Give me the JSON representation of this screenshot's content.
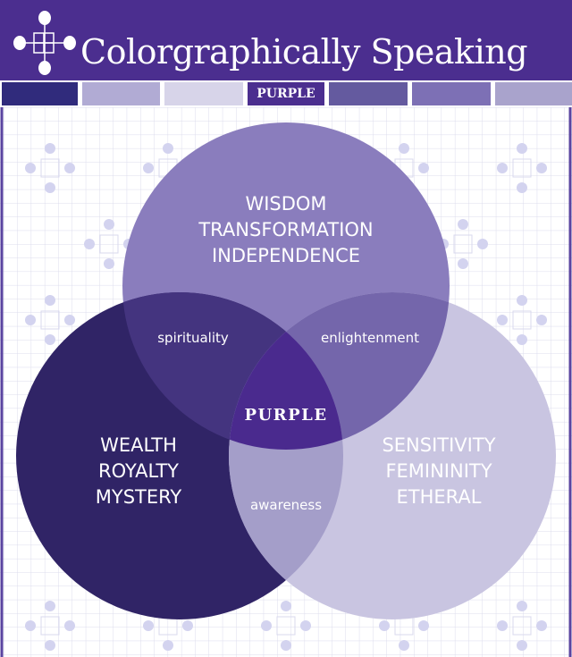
{
  "header": {
    "title": "Colorgraphically Speaking",
    "logo_icon": "grid-flower-icon"
  },
  "swatches": [
    {
      "color": "#302b7c",
      "label": ""
    },
    {
      "color": "#b1abd4",
      "label": ""
    },
    {
      "color": "#d7d4e9",
      "label": ""
    },
    {
      "color": "#4b2e8f",
      "label": "PURPLE"
    },
    {
      "color": "#645a9f",
      "label": ""
    },
    {
      "color": "#7d70b5",
      "label": ""
    },
    {
      "color": "#a9a3cc",
      "label": ""
    }
  ],
  "venn": {
    "top": {
      "lines": [
        "WISDOM",
        "TRANSFORMATION",
        "INDEPENDENCE"
      ],
      "color": "#8a7dbd"
    },
    "left": {
      "lines": [
        "WEALTH",
        "ROYALTY",
        "MYSTERY"
      ],
      "color": "#302466"
    },
    "right": {
      "lines": [
        "SENSITIVITY",
        "FEMININITY",
        "ETHERAL"
      ],
      "color": "#c9c5e1"
    },
    "top_left": {
      "label": "spirituality",
      "color": "#44347f"
    },
    "top_right": {
      "label": "enlightenment",
      "color": "#7466ab"
    },
    "left_right": {
      "label": "awareness",
      "color": "#a49ec9"
    },
    "center": {
      "label": "PURPLE",
      "color": "#4a2a8e"
    }
  },
  "colors": {
    "header": "#4b2e8f",
    "grid": "#dcdcec",
    "border": "#5a44a0"
  }
}
